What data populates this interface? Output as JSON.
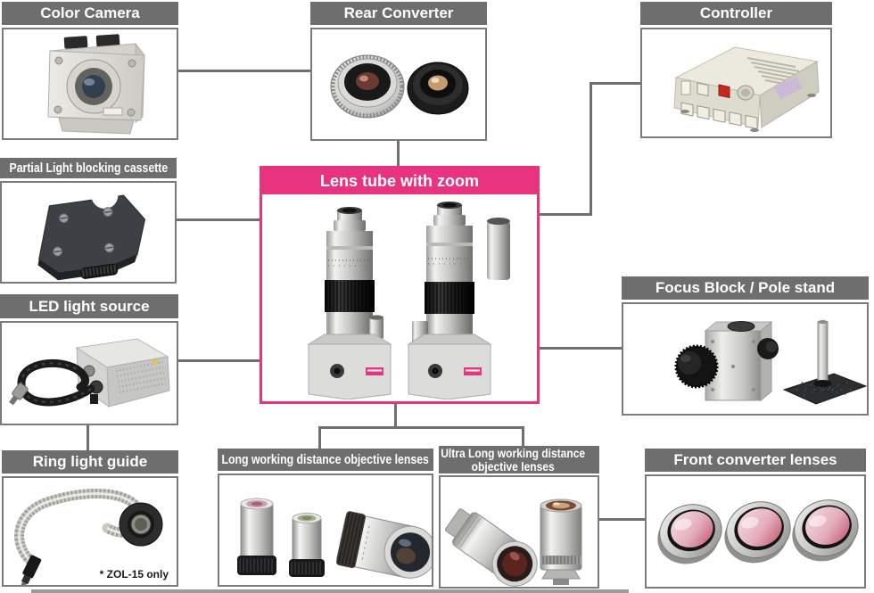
{
  "palette": {
    "header-bg": "#6f6e6e",
    "accent-pink": "#e8337f",
    "line-gray": "#706f6f",
    "box-border": "#7c7b7b",
    "body-bg": "#ffffff"
  },
  "nodes": [
    {
      "id": "color-camera",
      "label": "Color Camera"
    },
    {
      "id": "rear-converter",
      "label": "Rear Converter"
    },
    {
      "id": "controller",
      "label": "Controller"
    },
    {
      "id": "partial-light-blocking-cassette",
      "label": "Partial Light blocking cassette"
    },
    {
      "id": "lens-tube-with-zoom",
      "label": "Lens tube with zoom",
      "highlight": true
    },
    {
      "id": "led-light-source",
      "label": "LED light source"
    },
    {
      "id": "focus-block-pole-stand",
      "label": "Focus Block / Pole stand"
    },
    {
      "id": "ring-light-guide",
      "label": "Ring light guide",
      "note": "* ZOL-15 only"
    },
    {
      "id": "long-working-distance-objective-lenses",
      "label": "Long working distance objective lenses"
    },
    {
      "id": "ultra-long-working-distance-objective-lenses",
      "label": "Ultra Long working distance objective lenses"
    },
    {
      "id": "front-converter-lenses",
      "label": "Front converter lenses"
    }
  ],
  "edges": [
    {
      "from": "color-camera",
      "to": "rear-converter"
    },
    {
      "from": "rear-converter",
      "to": "lens-tube-with-zoom"
    },
    {
      "from": "partial-light-blocking-cassette",
      "to": "lens-tube-with-zoom"
    },
    {
      "from": "led-light-source",
      "to": "lens-tube-with-zoom"
    },
    {
      "from": "led-light-source",
      "to": "ring-light-guide"
    },
    {
      "from": "lens-tube-with-zoom",
      "to": "controller"
    },
    {
      "from": "lens-tube-with-zoom",
      "to": "focus-block-pole-stand"
    },
    {
      "from": "lens-tube-with-zoom",
      "to": "long-working-distance-objective-lenses"
    },
    {
      "from": "lens-tube-with-zoom",
      "to": "ultra-long-working-distance-objective-lenses"
    },
    {
      "from": "ultra-long-working-distance-objective-lenses",
      "to": "front-converter-lenses"
    }
  ]
}
